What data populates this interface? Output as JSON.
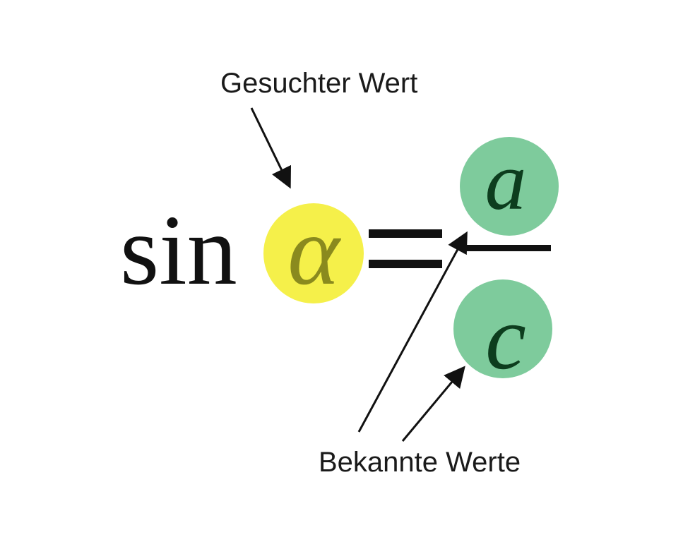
{
  "labels": {
    "sought": "Gesuchter Wert",
    "known": "Bekannte Werte"
  },
  "formula": {
    "function": "sin",
    "angle": "α",
    "numerator": "a",
    "denominator": "c"
  },
  "colors": {
    "sought_highlight": "#f5f04a",
    "known_highlight": "#7ecb9c",
    "angle_text": "#8a8a1e",
    "known_text": "#0d3d1e",
    "ink": "#111111"
  }
}
